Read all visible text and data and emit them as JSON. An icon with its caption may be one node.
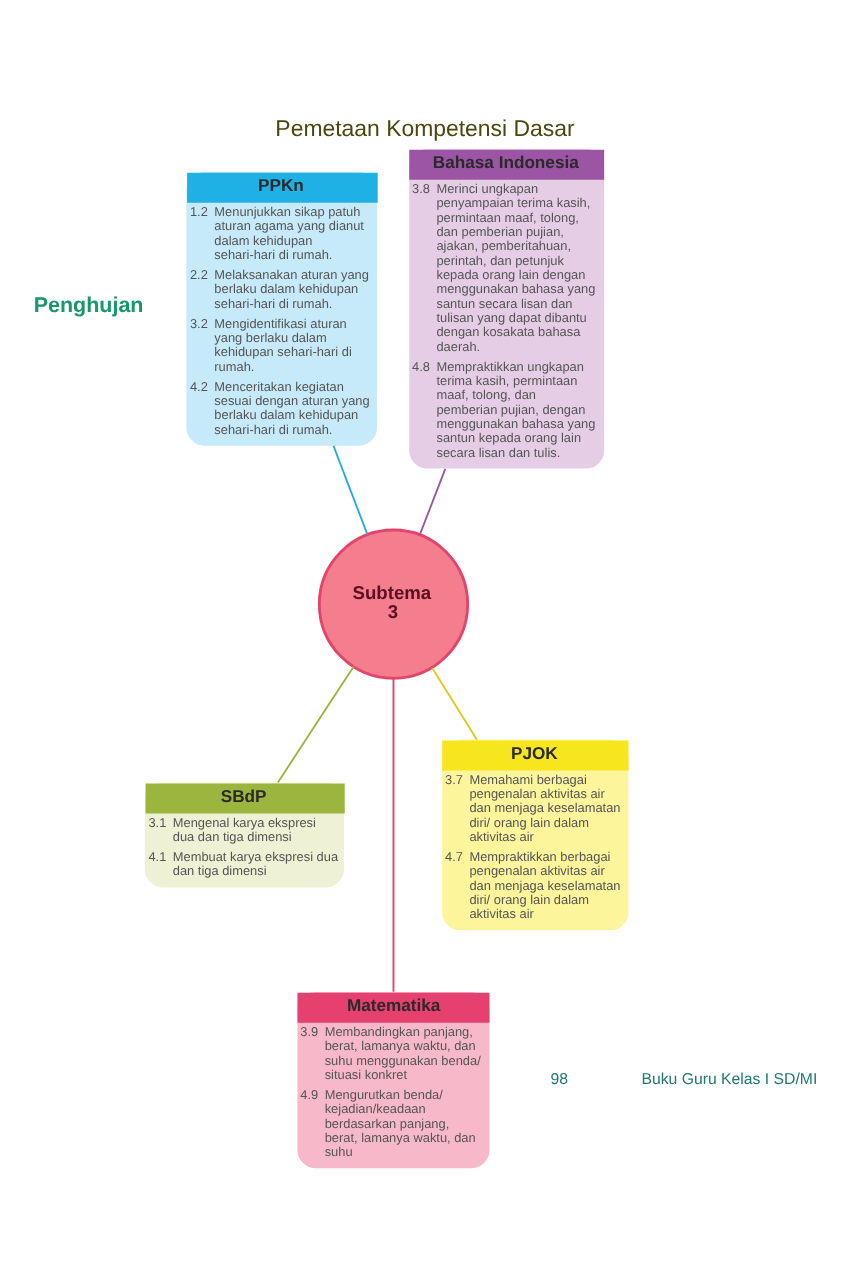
{
  "diagram": {
    "title": "Pemetaan Kompetensi Dasar",
    "nodes": [
      {
        "text": [
          "PPKn",
          "1.2 Menunjukkan sikap patuh aturan agama yang dianut dalam kehidupan sehari-hari di rumah.",
          "2.2 Melaksanakan aturan yang berlaku dalam kehidupan sehari-hari di rumah.",
          "3.2 Mengidentifikasi aturan yang berlaku dalam kehidupan sehari-hari di rumah.",
          "4.2 Menceritakan kegiatan sesuai dengan aturan yang berlaku dalam kehidupan sehari-hari di rumah."
        ]
      },
      {
        "text": [
          "Bahasa Indonesia",
          "3.8 Merinci ungkapan penyampaian terima kasih, permintaan maaf, tolong, dan pemberian pujian, ajakan, pemberitahuan, perintah, dan petunjuk kepada orang lain dengan menggunakan bahasa yang santun secara lisan dan tulisan yang dapat dibantu dengan kosakata bahasa daerah.",
          "4.8 Mempraktikkan ungkapan terima kasih, permintaan maaf, tolong, dan pemberian pujian, dengan menggunakan bahasa yang santun kepada orang lain secara lisan dan tulis."
        ]
      },
      {
        "text": [
          "Subtema 3"
        ]
      },
      {
        "text": [
          "SBdP",
          "3.1 Mengenal karya ekspresi dua dan tiga dimensi",
          "4.1 Membuat karya ekspresi dua dan tiga dimensi"
        ]
      },
      {
        "text": [
          "PJOK",
          "3.7 Memahami berbagai pengenalan aktivitas air dan menjaga keselamatan diri/ orang lain dalam aktivitas air",
          "4.7 Mempraktikkan berbagai pengenalan aktivitas air dan menjaga keselamatan diri/ orang lain dalam aktivitas air"
        ]
      },
      {
        "text": [
          "Matematika",
          "3.9 Membandingkan panjang, berat, lamanya waktu, dan suhu menggunakan benda/ situasi konkret",
          "4.9 Mengurutkan benda/ kejadian/keadaan berdasarkan panjang, berat, lamanya waktu, dan suhu"
        ]
      }
    ],
    "edges": [
      {
        "from": 0,
        "to": 2,
        "arrow": "none",
        "color": "#29abe2"
      },
      {
        "from": 1,
        "to": 2,
        "arrow": "none",
        "color": "#9c55a5"
      },
      {
        "from": 2,
        "to": 3,
        "arrow": "none",
        "color": "#9bb53e"
      },
      {
        "from": 2,
        "to": 5,
        "arrow": "none",
        "color": "#e6406f"
      },
      {
        "from": 2,
        "to": 4,
        "arrow": "none",
        "color": "#e8c61a"
      }
    ],
    "labels": [
      "Penghujan",
      "98",
      "Buku Guru Kelas I SD/MI"
    ]
  }
}
